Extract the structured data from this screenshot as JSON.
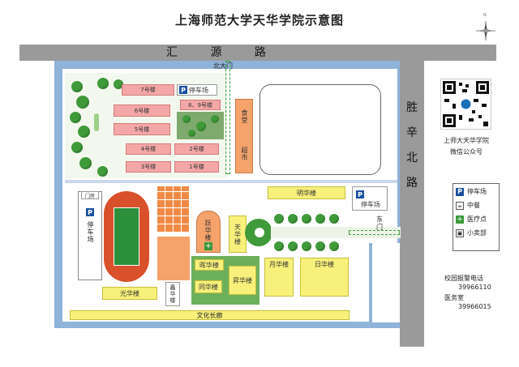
{
  "title": "上海师范大学天华学院示意图",
  "roads": {
    "north": "汇 源 路",
    "east": [
      "胜",
      "辛",
      "北",
      "路"
    ]
  },
  "gates": {
    "north": "北大门",
    "east": [
      "东",
      "门"
    ]
  },
  "buildings": {
    "b7": "7号楼",
    "b6": "6号楼",
    "b5": "5号楼",
    "b4": "4号楼",
    "b3": "3号楼",
    "b2": "2号楼",
    "b1": "1号楼",
    "b89": "8、9号楼",
    "parking_top": "停车场",
    "canteen": "食堂",
    "canteen2": "超市",
    "minghua": "明华楼",
    "parking_right": "停车场",
    "yuehua_v": "跃华楼",
    "tianhua_v": "天华楼",
    "huihua": "晖华楼",
    "tonghua": "同华楼",
    "shenghua": "昇华楼",
    "yuehua2": "月华楼",
    "rihua": "日华楼",
    "guanghua": "光华楼",
    "xinhua_v": "鑫华楼",
    "corridor": "文化长廊",
    "guardroom": "门房",
    "parking_left": "停车场"
  },
  "qr": {
    "caption1": "上师大天华学院",
    "caption2": "微信公众号"
  },
  "legend": [
    {
      "icon": "P",
      "label": "停车场",
      "color": "#1a4fa0"
    },
    {
      "icon": "cup",
      "label": "中餐",
      "color": "#555555"
    },
    {
      "icon": "+",
      "label": "医疗点",
      "color": "#3a9a3a"
    },
    {
      "icon": "shop",
      "label": "小卖部",
      "color": "#555555"
    }
  ],
  "contacts": {
    "police_label": "校园报警电话",
    "police_number": "39966110",
    "medical_label": "医务室",
    "medical_number": "39966015"
  },
  "compass": "N"
}
